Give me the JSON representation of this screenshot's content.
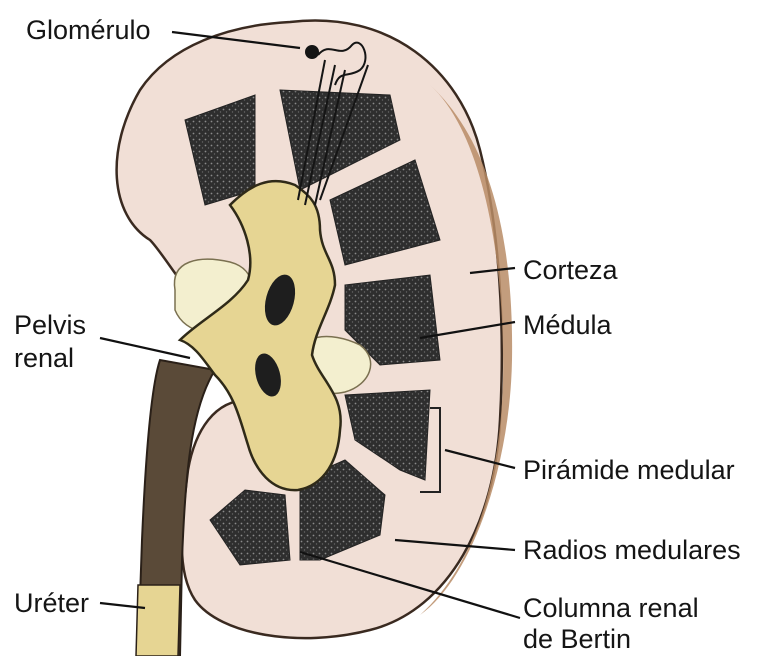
{
  "labels": {
    "glomerulo": "Glomérulo",
    "corteza": "Corteza",
    "medula": "Médula",
    "pelvis_line1": "Pelvis",
    "pelvis_line2": "renal",
    "piramide": "Pirámide medular",
    "radios": "Radios medulares",
    "ureter": "Uréter",
    "columna_line1": "Columna renal",
    "columna_line2": "de Bertin"
  },
  "colors": {
    "cortex": "#f1dfd6",
    "pelvis": "#e6d593",
    "medulla": "#3a3a3a",
    "capsule_edge": "#b98c66",
    "ureter_dark": "#5a4a38",
    "fat": "#f3efcf",
    "ink": "#1a1a1a"
  }
}
